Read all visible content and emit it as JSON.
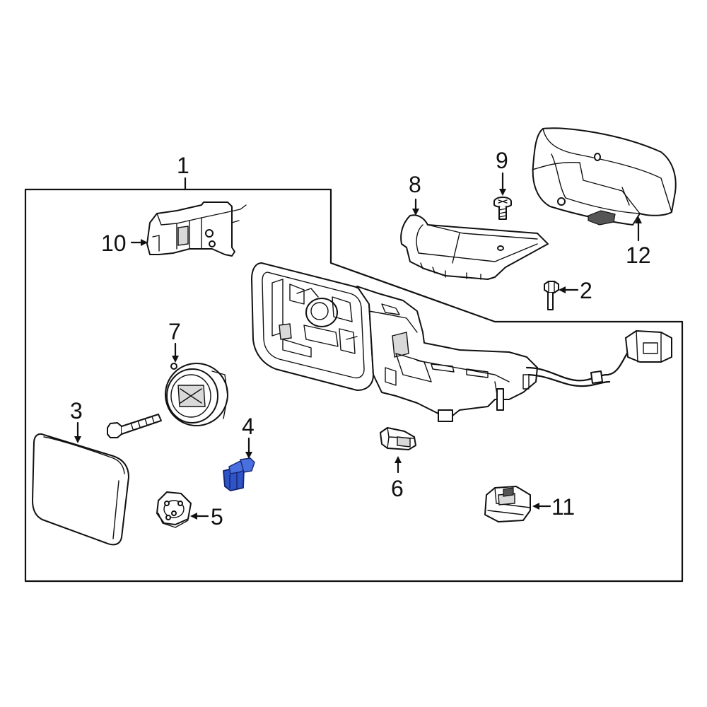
{
  "diagram": {
    "highlight_color": "#2f54c8",
    "callouts": [
      {
        "id": "1",
        "label": "1"
      },
      {
        "id": "2",
        "label": "2"
      },
      {
        "id": "3",
        "label": "3"
      },
      {
        "id": "4",
        "label": "4"
      },
      {
        "id": "5",
        "label": "5"
      },
      {
        "id": "6",
        "label": "6"
      },
      {
        "id": "7",
        "label": "7"
      },
      {
        "id": "8",
        "label": "8"
      },
      {
        "id": "9",
        "label": "9"
      },
      {
        "id": "10",
        "label": "10"
      },
      {
        "id": "11",
        "label": "11"
      },
      {
        "id": "12",
        "label": "12"
      }
    ],
    "highlighted_part": "4"
  }
}
